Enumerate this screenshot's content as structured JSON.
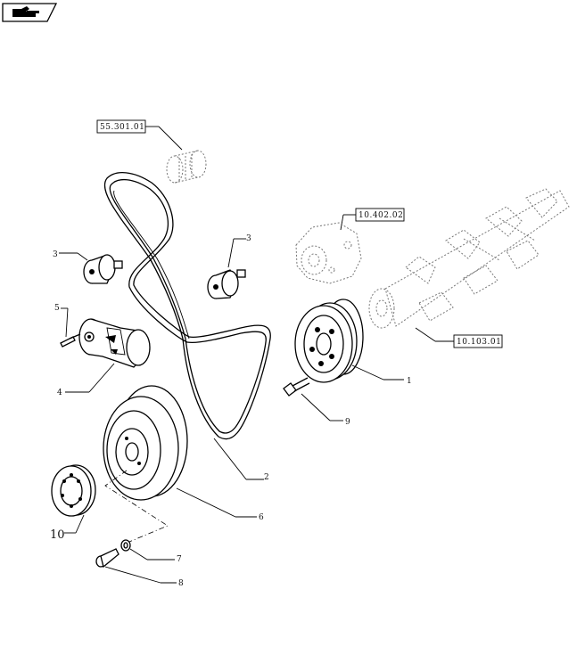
{
  "nav": {
    "icon": "hand-pointer-icon"
  },
  "references": [
    {
      "id": "ref-55-301-01",
      "text": "55.301.01"
    },
    {
      "id": "ref-10-402-02",
      "text": "10.402.02"
    },
    {
      "id": "ref-10-103-01",
      "text": "10.103.01"
    }
  ],
  "callouts": {
    "c1": "1",
    "c2": "2",
    "c3a": "3",
    "c3b": "3",
    "c4": "4",
    "c5": "5",
    "c6": "6",
    "c7": "7",
    "c8": "8",
    "c9": "9",
    "c10": "10"
  }
}
